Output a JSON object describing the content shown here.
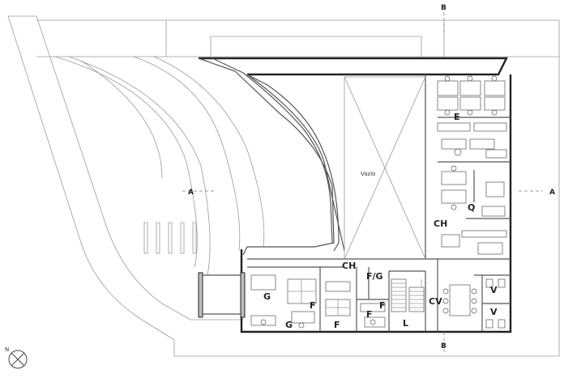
{
  "labels": {
    "E": "E",
    "CH_top": "CH",
    "CH_mid": "CH",
    "Q": "Q",
    "G_left": "G",
    "G_bottom": "G",
    "F_left": "F",
    "F_mid": "F",
    "F_right": "F",
    "F_bottom": "F",
    "FG": "F/G",
    "L": "L",
    "CV": "CV",
    "V_top": "V",
    "V_bottom": "V",
    "vazio": "Vazio"
  },
  "section_marks": {
    "A_left": "A",
    "A_right": "A",
    "B_top": "B",
    "B_bottom": "B"
  },
  "north_mark": "N"
}
